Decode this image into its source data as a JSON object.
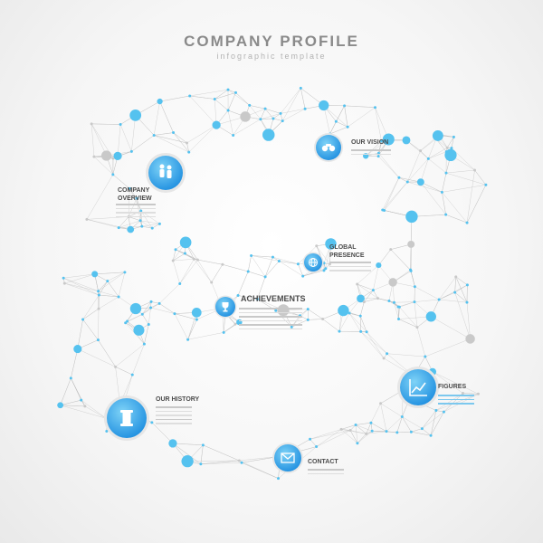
{
  "header": {
    "title": "COMPANY PROFILE",
    "subtitle": "infographic template"
  },
  "colors": {
    "accent": "#2e9fe6",
    "accent_light": "#7fd3f7",
    "dot_blue": "#55c2ef",
    "dot_grey": "#c9c9c9",
    "line": "#b9b9b9",
    "label": "#4a4a4a"
  },
  "nodes": [
    {
      "id": "company-overview",
      "label": "COMPANY\nOVERVIEW",
      "icon": "people-icon"
    },
    {
      "id": "our-vision",
      "label": "OUR VISION",
      "icon": "binoculars-icon"
    },
    {
      "id": "global-presence",
      "label": "GLOBAL\nPRESENCE",
      "icon": "globe-icon"
    },
    {
      "id": "achievements",
      "label": "ACHIEVEMENTS",
      "icon": "trophy-icon"
    },
    {
      "id": "our-history",
      "label": "OUR HISTORY",
      "icon": "column-icon"
    },
    {
      "id": "figures",
      "label": "FIGURES",
      "icon": "chart-icon"
    },
    {
      "id": "contact",
      "label": "CONTACT",
      "icon": "envelope-icon"
    }
  ]
}
